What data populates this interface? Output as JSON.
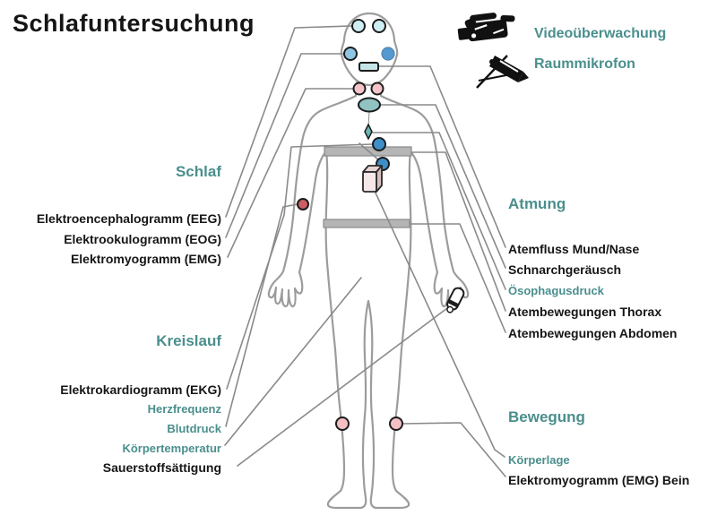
{
  "title": "Schlafuntersuchung",
  "legend": {
    "video_label": "Videoüberwachung",
    "mic_label": "Raummikrofon"
  },
  "sections": {
    "schlaf": {
      "header": "Schlaf",
      "items": [
        "Elektroencephalogramm (EEG)",
        "Elektrookulogramm (EOG)",
        "Elektromyogramm (EMG)"
      ]
    },
    "kreislauf": {
      "header": "Kreislauf",
      "items": [
        "Elektrokardiogramm (EKG)",
        "Herzfrequenz",
        "Blutdruck",
        "Körpertemperatur",
        "Sauerstoffsättigung"
      ]
    },
    "atmung": {
      "header": "Atmung",
      "items": [
        "Atemfluss Mund/Nase",
        "Schnarchgeräusch",
        "Ösophagusdruck",
        "Atembewegungen Thorax",
        "Atembewegungen Abdomen"
      ]
    },
    "bewegung": {
      "header": "Bewegung",
      "items": [
        "Körperlage",
        "Elektromyogramm (EMG) Bein"
      ]
    }
  },
  "colors": {
    "teal_text": "#4A8F8D",
    "black_text": "#161616",
    "body_outline": "#9c9c9c",
    "connector_line": "#8a8a8a",
    "band_fill": "#b5b5b5",
    "eeg_electrode": "#cdeef2",
    "eog_left_electrode": "#8ec4e4",
    "eog_right_electrode": "#5599d2",
    "chin_emg_sensor": "#c5e4e8",
    "neck_emg_electrode": "#f6c4c8",
    "snore_sensor": "#8fc4c2",
    "esophagus_sensor": "#6fb4b2",
    "ekg_electrode": "#3e8fc8",
    "blood_pressure_dot": "#cb5f63",
    "spo2_finger_sensor": "#ffffff",
    "leg_emg_electrode": "#f4c0c4",
    "position_box_front": "#f6e8e8",
    "position_box_side": "#d8bfbf",
    "icon_black": "#111111"
  }
}
